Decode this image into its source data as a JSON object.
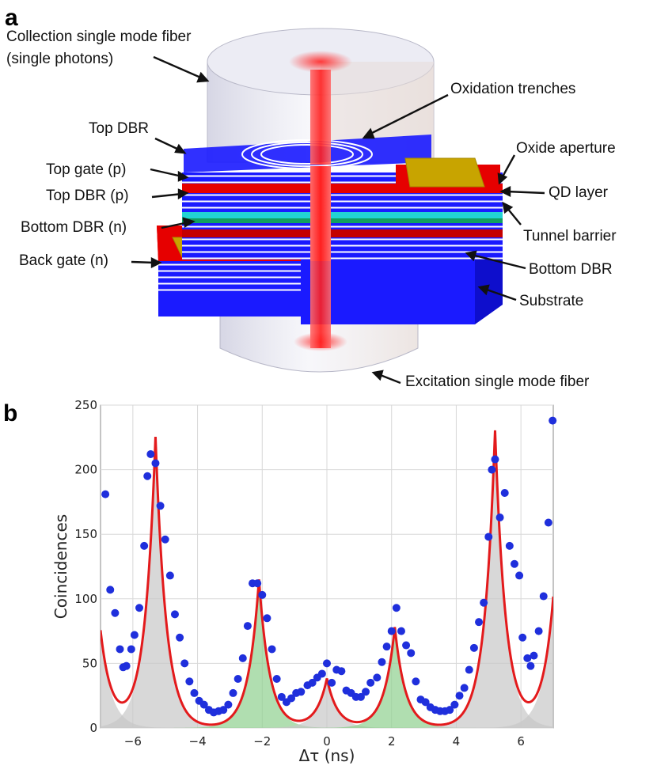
{
  "panel_a": {
    "letter": "a",
    "labels": {
      "collection_fiber_line1": "Collection single mode fiber",
      "collection_fiber_line2": "(single photons)",
      "oxidation_trenches": "Oxidation trenches",
      "top_dbr": "Top DBR",
      "top_gate": "Top gate (p)",
      "top_dbr_p": "Top DBR (p)",
      "bottom_dbr_n": "Bottom DBR (n)",
      "back_gate": "Back gate (n)",
      "oxide_aperture": "Oxide aperture",
      "qd_layer": "QD layer",
      "tunnel_barrier": "Tunnel barrier",
      "bottom_dbr": "Bottom DBR",
      "substrate": "Substrate",
      "excitation_fiber": "Excitation single mode fiber"
    },
    "colors": {
      "dbr_blue": "#1a1aff",
      "gate_red": "#e60000",
      "contact_gold": "#c8a400",
      "qd_cyan": "#22d3d3",
      "beam_red": "#ff2a2a",
      "fiber_glass": "#dcdce8"
    }
  },
  "panel_b": {
    "letter": "b",
    "colors": {
      "fit_line": "#e31a1c",
      "points": "#1f2fdc",
      "peak_fill_gray": "#c8c8c8",
      "peak_fill_green": "#8fd08f",
      "grid": "#d8d8d8"
    }
  },
  "chart_data": {
    "type": "scatter",
    "title": "",
    "xlabel": "Δτ (ns)",
    "ylabel": "Coincidences",
    "xlim": [
      -7,
      7
    ],
    "ylim": [
      0,
      250
    ],
    "xticks": [
      -6,
      -4,
      -2,
      0,
      2,
      4,
      6
    ],
    "yticks": [
      0,
      50,
      100,
      150,
      200,
      250
    ],
    "xtick_labels": [
      "−6",
      "−4",
      "−2",
      "0",
      "2",
      "4",
      "6"
    ],
    "ytick_labels": [
      "0",
      "50",
      "100",
      "150",
      "200",
      "250"
    ],
    "grid": true,
    "legend": "none",
    "fit_peaks": [
      {
        "center": -7.4,
        "amplitude": 250,
        "kind": "gray"
      },
      {
        "center": -5.3,
        "amplitude": 225,
        "kind": "gray"
      },
      {
        "center": -2.1,
        "amplitude": 115,
        "kind": "green"
      },
      {
        "center": 0.0,
        "amplitude": 38,
        "kind": "gray"
      },
      {
        "center": 2.1,
        "amplitude": 78,
        "kind": "green"
      },
      {
        "center": 5.2,
        "amplitude": 230,
        "kind": "gray"
      },
      {
        "center": 7.3,
        "amplitude": 250,
        "kind": "gray"
      }
    ],
    "peak_width_ns": 0.33,
    "series": [
      {
        "values": [
          [
            -6.85,
            181
          ],
          [
            -6.7,
            107
          ],
          [
            -6.55,
            89
          ],
          [
            -6.4,
            61
          ],
          [
            -6.3,
            47
          ],
          [
            -6.2,
            48
          ],
          [
            -6.05,
            61
          ],
          [
            -5.95,
            72
          ],
          [
            -5.8,
            93
          ],
          [
            -5.65,
            141
          ],
          [
            -5.55,
            195
          ],
          [
            -5.45,
            212
          ],
          [
            -5.3,
            205
          ],
          [
            -5.15,
            172
          ],
          [
            -5.0,
            146
          ],
          [
            -4.85,
            118
          ],
          [
            -4.7,
            88
          ],
          [
            -4.55,
            70
          ],
          [
            -4.4,
            50
          ],
          [
            -4.25,
            36
          ],
          [
            -4.1,
            27
          ],
          [
            -3.95,
            21
          ],
          [
            -3.8,
            18
          ],
          [
            -3.65,
            14
          ],
          [
            -3.5,
            12
          ],
          [
            -3.35,
            13
          ],
          [
            -3.2,
            14
          ],
          [
            -3.05,
            18
          ],
          [
            -2.9,
            27
          ],
          [
            -2.75,
            38
          ],
          [
            -2.6,
            54
          ],
          [
            -2.45,
            79
          ],
          [
            -2.3,
            112
          ],
          [
            -2.15,
            112
          ],
          [
            -2.0,
            103
          ],
          [
            -1.85,
            85
          ],
          [
            -1.7,
            61
          ],
          [
            -1.55,
            38
          ],
          [
            -1.4,
            24
          ],
          [
            -1.25,
            20
          ],
          [
            -1.1,
            23
          ],
          [
            -0.95,
            27
          ],
          [
            -0.8,
            28
          ],
          [
            -0.6,
            33
          ],
          [
            -0.45,
            35
          ],
          [
            -0.3,
            39
          ],
          [
            -0.15,
            42
          ],
          [
            0.0,
            50
          ],
          [
            0.15,
            35
          ],
          [
            0.3,
            45
          ],
          [
            0.45,
            44
          ],
          [
            0.6,
            29
          ],
          [
            0.75,
            27
          ],
          [
            0.9,
            24
          ],
          [
            1.05,
            24
          ],
          [
            1.2,
            28
          ],
          [
            1.35,
            35
          ],
          [
            1.55,
            39
          ],
          [
            1.7,
            51
          ],
          [
            1.85,
            63
          ],
          [
            2.0,
            75
          ],
          [
            2.15,
            93
          ],
          [
            2.3,
            75
          ],
          [
            2.45,
            64
          ],
          [
            2.6,
            58
          ],
          [
            2.75,
            36
          ],
          [
            2.9,
            22
          ],
          [
            3.05,
            20
          ],
          [
            3.2,
            16
          ],
          [
            3.35,
            14
          ],
          [
            3.5,
            13
          ],
          [
            3.65,
            13
          ],
          [
            3.8,
            14
          ],
          [
            3.95,
            18
          ],
          [
            4.1,
            25
          ],
          [
            4.25,
            31
          ],
          [
            4.4,
            45
          ],
          [
            4.55,
            62
          ],
          [
            4.7,
            82
          ],
          [
            4.85,
            97
          ],
          [
            5.0,
            148
          ],
          [
            5.1,
            200
          ],
          [
            5.2,
            208
          ],
          [
            5.35,
            163
          ],
          [
            5.5,
            182
          ],
          [
            5.65,
            141
          ],
          [
            5.8,
            127
          ],
          [
            5.95,
            118
          ],
          [
            6.05,
            70
          ],
          [
            6.2,
            54
          ],
          [
            6.3,
            48
          ],
          [
            6.4,
            56
          ],
          [
            6.55,
            75
          ],
          [
            6.7,
            102
          ],
          [
            6.85,
            159
          ],
          [
            6.98,
            238
          ]
        ]
      }
    ]
  }
}
